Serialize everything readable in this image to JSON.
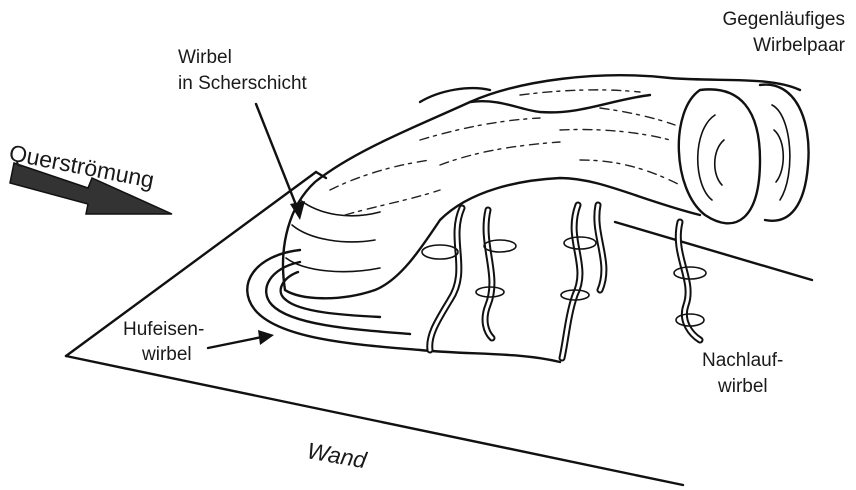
{
  "labels": {
    "crossflow": "Querströmung",
    "shear_vortex_line1": "Wirbel",
    "shear_vortex_line2": "in Scherschicht",
    "counter_pair_line1": "Gegenläufiges",
    "counter_pair_line2": "Wirbelpaar",
    "horseshoe_line1": "Hufeisen-",
    "horseshoe_line2": "wirbel",
    "wake_line1": "Nachlauf-",
    "wake_line2": "wirbel",
    "wall": "Wand"
  },
  "colors": {
    "ink": "#111111",
    "background": "#ffffff",
    "arrow_fill": "#333333"
  }
}
